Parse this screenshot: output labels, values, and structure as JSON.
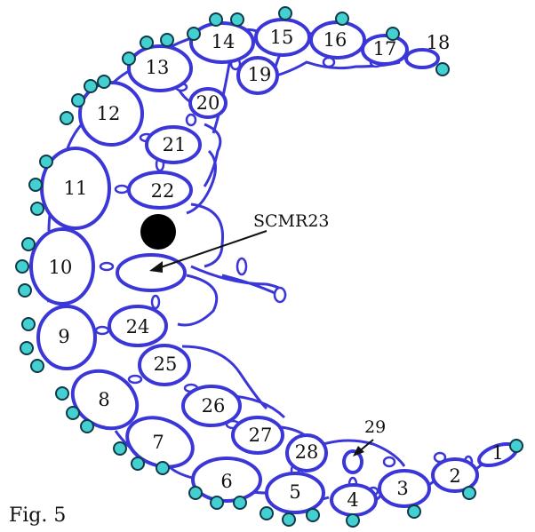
{
  "figure": {
    "caption": "Fig. 5",
    "annotation_scmr23": "SCMR23",
    "annotation_29": "29",
    "colors": {
      "ring": "#3a36d8",
      "picot": "#44d0d0",
      "bead": "#000000"
    }
  },
  "ring_labels": {
    "r1": "1",
    "r2": "2",
    "r3": "3",
    "r4": "4",
    "r5": "5",
    "r6": "6",
    "r7": "7",
    "r8": "8",
    "r9": "9",
    "r10": "10",
    "r11": "11",
    "r12": "12",
    "r13": "13",
    "r14": "14",
    "r15": "15",
    "r16": "16",
    "r17": "17",
    "r18": "18",
    "r19": "19",
    "r20": "20",
    "r21": "21",
    "r22": "22",
    "r24": "24",
    "r25": "25",
    "r26": "26",
    "r27": "27",
    "r28": "28"
  }
}
